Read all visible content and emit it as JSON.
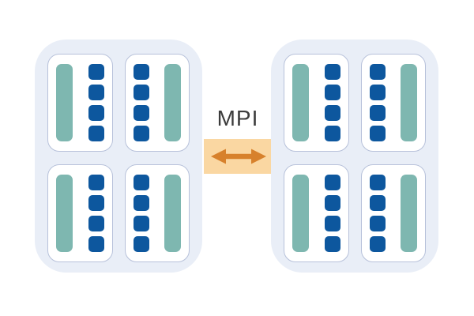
{
  "diagram": {
    "mpi": {
      "label": "MPI"
    },
    "colors": {
      "page_background": "#ffffff",
      "node_background": "#e9eef7",
      "socket_background": "#ffffff",
      "socket_border": "#b7c1da",
      "memory_bar_teal": "#7eb7b0",
      "core_blue": "#0d579e",
      "interconnect_background": "#fad7a2",
      "arrow_orange": "#d7812c",
      "label_text": "#3c3c3c"
    },
    "socket_spec": {
      "cores_per_socket": 4,
      "memory_bars_per_socket": 1
    },
    "nodes": [
      {
        "id": "node-left",
        "sockets": [
          {
            "layout": "bar-left"
          },
          {
            "layout": "bar-right"
          },
          {
            "layout": "bar-left"
          },
          {
            "layout": "bar-right"
          }
        ]
      },
      {
        "id": "node-right",
        "sockets": [
          {
            "layout": "bar-left"
          },
          {
            "layout": "bar-right"
          },
          {
            "layout": "bar-left"
          },
          {
            "layout": "bar-right"
          }
        ]
      }
    ]
  }
}
